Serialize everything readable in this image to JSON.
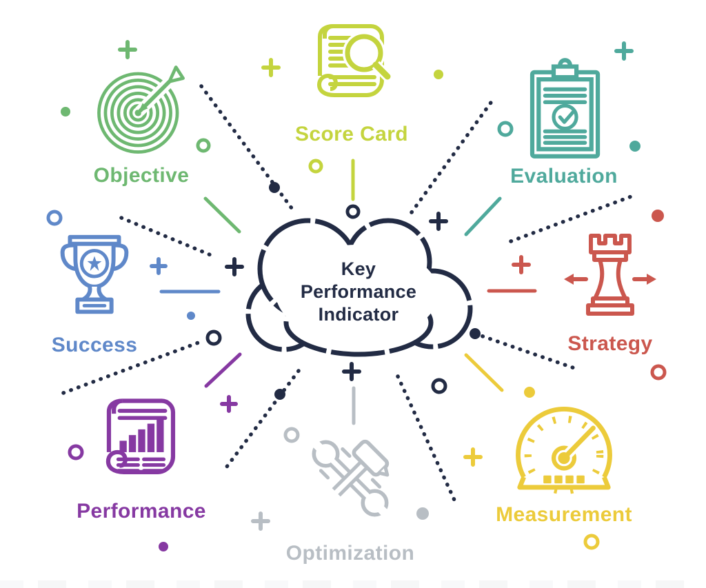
{
  "diagram": {
    "center": {
      "title_lines": [
        "Key",
        "Performance",
        "Indicator"
      ],
      "shape": "cloud-outline"
    },
    "nodes": [
      {
        "label": "Objective",
        "color": "#6eb871",
        "icon": "target-arrow-icon",
        "position": "top-left"
      },
      {
        "label": "Score Card",
        "color": "#c4d43e",
        "icon": "scroll-magnifier-icon",
        "position": "top-center"
      },
      {
        "label": "Evaluation",
        "color": "#4fa99c",
        "icon": "clipboard-check-icon",
        "position": "top-right"
      },
      {
        "label": "Success",
        "color": "#5f88c9",
        "icon": "trophy-icon",
        "position": "middle-left"
      },
      {
        "label": "Strategy",
        "color": "#cb574e",
        "icon": "chess-rook-icon",
        "position": "middle-right"
      },
      {
        "label": "Performance",
        "color": "#8639a2",
        "icon": "scroll-barchart-icon",
        "position": "bottom-left"
      },
      {
        "label": "Optimization",
        "color": "#b8bec4",
        "icon": "wrench-hammer-icon",
        "position": "bottom-center"
      },
      {
        "label": "Measurement",
        "color": "#eccb3b",
        "icon": "gauge-icon",
        "position": "bottom-right"
      }
    ],
    "palette": {
      "outline_navy": "#222b44",
      "background": "#ffffff"
    }
  }
}
